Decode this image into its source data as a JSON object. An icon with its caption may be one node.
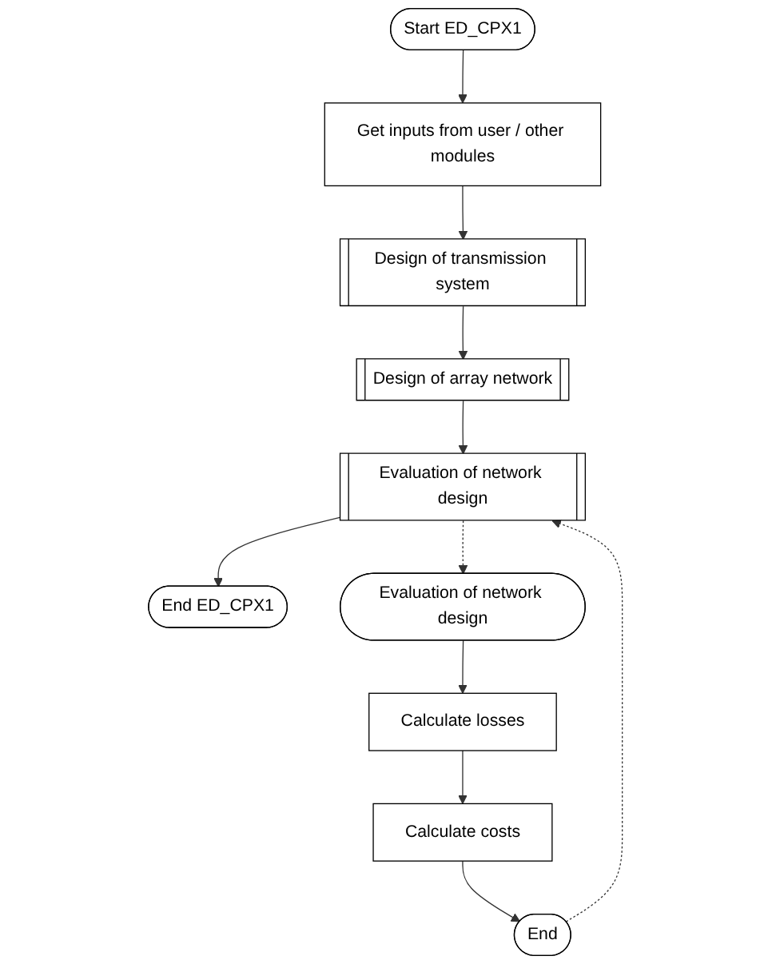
{
  "diagram": {
    "nodes": [
      {
        "text": [
          "Start ED_CPX1"
        ]
      },
      {
        "text": [
          "Get inputs from user / other modules"
        ]
      },
      {
        "text": [
          "Design of transmission system"
        ]
      },
      {
        "text": [
          "Design of array network"
        ]
      },
      {
        "text": [
          "Evaluation of network design"
        ]
      },
      {
        "text": [
          "End ED_CPX1"
        ]
      },
      {
        "text": [
          "Evaluation of network design"
        ]
      },
      {
        "text": [
          "Calculate losses"
        ]
      },
      {
        "text": [
          "Calculate costs"
        ]
      },
      {
        "text": [
          "End"
        ]
      }
    ],
    "edges": [
      {
        "from": 0,
        "to": 1,
        "arrow": "to"
      },
      {
        "from": 1,
        "to": 2,
        "arrow": "to"
      },
      {
        "from": 2,
        "to": 3,
        "arrow": "to"
      },
      {
        "from": 3,
        "to": 4,
        "arrow": "to"
      },
      {
        "from": 4,
        "to": 5,
        "arrow": "to"
      },
      {
        "from": 4,
        "to": 6,
        "arrow": "to",
        "style": "dashed"
      },
      {
        "from": 6,
        "to": 7,
        "arrow": "to"
      },
      {
        "from": 7,
        "to": 8,
        "arrow": "to"
      },
      {
        "from": 8,
        "to": 9,
        "arrow": "to"
      },
      {
        "from": 9,
        "to": 4,
        "arrow": "to",
        "style": "dashed"
      }
    ]
  }
}
